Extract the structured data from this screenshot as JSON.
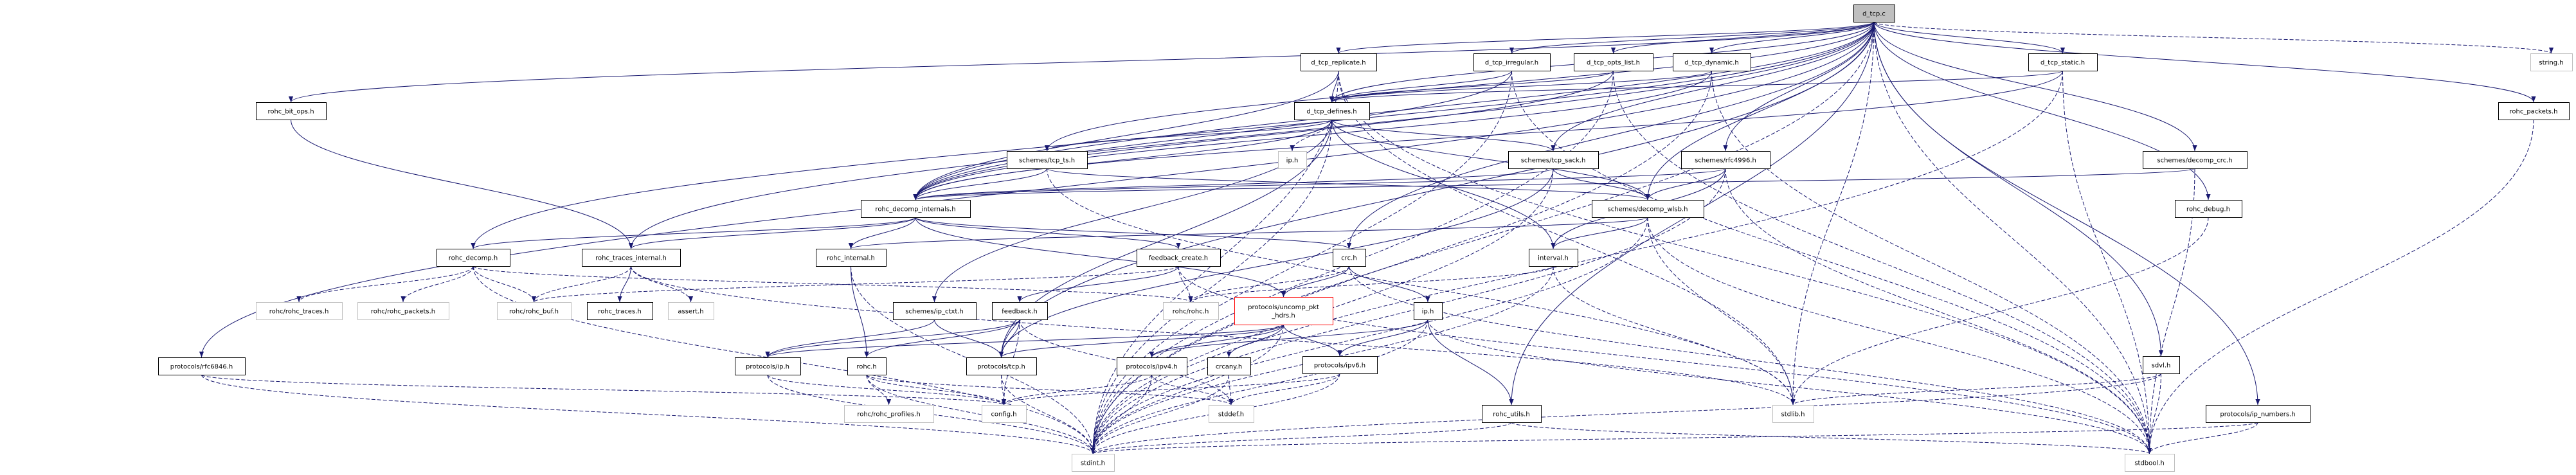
{
  "graph": {
    "type": "include-dependency-graph",
    "colors": {
      "edge": "#191970",
      "root_fill": "#bfbfbf",
      "external_border": "#bfbfbf",
      "internal_border": "#000000",
      "truncated_border": "#ff0000"
    },
    "nodes": [
      {
        "id": "d_tcp_c",
        "label": "d_tcp.c",
        "style": "root"
      },
      {
        "id": "d_tcp_replicate_h",
        "label": "d_tcp_replicate.h",
        "style": "internal"
      },
      {
        "id": "d_tcp_irregular_h",
        "label": "d_tcp_irregular.h",
        "style": "internal"
      },
      {
        "id": "d_tcp_opts_list_h",
        "label": "d_tcp_opts_list.h",
        "style": "internal"
      },
      {
        "id": "d_tcp_dynamic_h",
        "label": "d_tcp_dynamic.h",
        "style": "internal"
      },
      {
        "id": "d_tcp_static_h",
        "label": "d_tcp_static.h",
        "style": "internal"
      },
      {
        "id": "string_h",
        "label": "string.h",
        "style": "external"
      },
      {
        "id": "rohc_bit_ops_h",
        "label": "rohc_bit_ops.h",
        "style": "internal"
      },
      {
        "id": "d_tcp_defines_h",
        "label": "d_tcp_defines.h",
        "style": "internal"
      },
      {
        "id": "rohc_packets_h",
        "label": "rohc_packets.h",
        "style": "internal"
      },
      {
        "id": "schemes_tcp_ts_h",
        "label": "schemes/tcp_ts.h",
        "style": "internal"
      },
      {
        "id": "ip_h_ext",
        "label": "ip.h",
        "style": "external"
      },
      {
        "id": "schemes_tcp_sack_h",
        "label": "schemes/tcp_sack.h",
        "style": "internal"
      },
      {
        "id": "schemes_rfc4996_h",
        "label": "schemes/rfc4996.h",
        "style": "internal"
      },
      {
        "id": "schemes_decomp_crc_h",
        "label": "schemes/decomp_crc.h",
        "style": "internal"
      },
      {
        "id": "rohc_decomp_internals_h",
        "label": "rohc_decomp_internals.h",
        "style": "internal"
      },
      {
        "id": "schemes_decomp_wlsb_h",
        "label": "schemes/decomp_wlsb.h",
        "style": "internal"
      },
      {
        "id": "rohc_debug_h",
        "label": "rohc_debug.h",
        "style": "internal"
      },
      {
        "id": "rohc_decomp_h",
        "label": "rohc_decomp.h",
        "style": "internal"
      },
      {
        "id": "rohc_traces_internal_h",
        "label": "rohc_traces_internal.h",
        "style": "internal"
      },
      {
        "id": "rohc_internal_h",
        "label": "rohc_internal.h",
        "style": "internal"
      },
      {
        "id": "feedback_create_h",
        "label": "feedback_create.h",
        "style": "internal"
      },
      {
        "id": "crc_h",
        "label": "crc.h",
        "style": "internal"
      },
      {
        "id": "interval_h",
        "label": "interval.h",
        "style": "internal"
      },
      {
        "id": "rohc_rohc_traces_h",
        "label": "rohc/rohc_traces.h",
        "style": "external"
      },
      {
        "id": "rohc_rohc_packets_h",
        "label": "rohc/rohc_packets.h",
        "style": "external"
      },
      {
        "id": "rohc_rohc_buf_h",
        "label": "rohc/rohc_buf.h",
        "style": "external"
      },
      {
        "id": "rohc_traces_h",
        "label": "rohc_traces.h",
        "style": "internal"
      },
      {
        "id": "assert_h",
        "label": "assert.h",
        "style": "external"
      },
      {
        "id": "schemes_ip_ctxt_h",
        "label": "schemes/ip_ctxt.h",
        "style": "internal"
      },
      {
        "id": "feedback_h",
        "label": "feedback.h",
        "style": "internal"
      },
      {
        "id": "rohc_rohc_h",
        "label": "rohc/rohc.h",
        "style": "external"
      },
      {
        "id": "protocols_uncomp_pkt_hdrs_h",
        "label": "protocols/uncomp_pkt_hdrs.h",
        "label_lines": [
          "protocols/uncomp_pkt",
          "_hdrs.h"
        ],
        "style": "truncated"
      },
      {
        "id": "ip_h",
        "label": "ip.h",
        "style": "internal"
      },
      {
        "id": "protocols_rfc6846_h",
        "label": "protocols/rfc6846.h",
        "style": "internal"
      },
      {
        "id": "protocols_ip_h",
        "label": "protocols/ip.h",
        "style": "internal"
      },
      {
        "id": "rohc_h",
        "label": "rohc.h",
        "style": "internal"
      },
      {
        "id": "protocols_tcp_h",
        "label": "protocols/tcp.h",
        "style": "internal"
      },
      {
        "id": "protocols_ipv4_h",
        "label": "protocols/ipv4.h",
        "style": "internal"
      },
      {
        "id": "crcany_h",
        "label": "crcany.h",
        "style": "internal"
      },
      {
        "id": "protocols_ipv6_h",
        "label": "protocols/ipv6.h",
        "style": "internal"
      },
      {
        "id": "sdvl_h",
        "label": "sdvl.h",
        "style": "internal"
      },
      {
        "id": "rohc_rohc_profiles_h",
        "label": "rohc/rohc_profiles.h",
        "style": "external"
      },
      {
        "id": "config_h",
        "label": "config.h",
        "style": "external"
      },
      {
        "id": "stddef_h",
        "label": "stddef.h",
        "style": "external"
      },
      {
        "id": "rohc_utils_h",
        "label": "rohc_utils.h",
        "style": "internal"
      },
      {
        "id": "stdlib_h",
        "label": "stdlib.h",
        "style": "external"
      },
      {
        "id": "protocols_ip_numbers_h",
        "label": "protocols/ip_numbers.h",
        "style": "internal"
      },
      {
        "id": "stdint_h",
        "label": "stdint.h",
        "style": "external"
      },
      {
        "id": "stdbool_h",
        "label": "stdbool.h",
        "style": "external"
      }
    ],
    "edges": [
      [
        "d_tcp_c",
        "d_tcp_replicate_h"
      ],
      [
        "d_tcp_c",
        "d_tcp_irregular_h"
      ],
      [
        "d_tcp_c",
        "d_tcp_opts_list_h"
      ],
      [
        "d_tcp_c",
        "d_tcp_dynamic_h"
      ],
      [
        "d_tcp_c",
        "d_tcp_static_h"
      ],
      [
        "d_tcp_c",
        "string_h"
      ],
      [
        "d_tcp_c",
        "rohc_bit_ops_h"
      ],
      [
        "d_tcp_c",
        "d_tcp_defines_h"
      ],
      [
        "d_tcp_c",
        "rohc_packets_h"
      ],
      [
        "d_tcp_c",
        "schemes_tcp_ts_h"
      ],
      [
        "d_tcp_c",
        "schemes_tcp_sack_h"
      ],
      [
        "d_tcp_c",
        "schemes_rfc4996_h"
      ],
      [
        "d_tcp_c",
        "schemes_decomp_crc_h"
      ],
      [
        "d_tcp_c",
        "rohc_decomp_internals_h"
      ],
      [
        "d_tcp_c",
        "schemes_decomp_wlsb_h"
      ],
      [
        "d_tcp_c",
        "rohc_debug_h"
      ],
      [
        "d_tcp_c",
        "rohc_decomp_h"
      ],
      [
        "d_tcp_c",
        "rohc_traces_internal_h"
      ],
      [
        "d_tcp_c",
        "crc_h"
      ],
      [
        "d_tcp_c",
        "protocols_rfc6846_h"
      ],
      [
        "d_tcp_c",
        "protocols_tcp_h"
      ],
      [
        "d_tcp_c",
        "sdvl_h"
      ],
      [
        "d_tcp_c",
        "rohc_utils_h"
      ],
      [
        "d_tcp_c",
        "stdlib_h"
      ],
      [
        "d_tcp_c",
        "protocols_ip_numbers_h"
      ],
      [
        "d_tcp_c",
        "stdint_h"
      ],
      [
        "d_tcp_c",
        "stdbool_h"
      ],
      [
        "d_tcp_replicate_h",
        "d_tcp_defines_h"
      ],
      [
        "d_tcp_replicate_h",
        "rohc_decomp_internals_h"
      ],
      [
        "d_tcp_replicate_h",
        "stdlib_h"
      ],
      [
        "d_tcp_replicate_h",
        "stdint_h"
      ],
      [
        "d_tcp_replicate_h",
        "stdbool_h"
      ],
      [
        "d_tcp_irregular_h",
        "d_tcp_defines_h"
      ],
      [
        "d_tcp_irregular_h",
        "rohc_decomp_internals_h"
      ],
      [
        "d_tcp_irregular_h",
        "stdint_h"
      ],
      [
        "d_tcp_irregular_h",
        "stdbool_h"
      ],
      [
        "d_tcp_opts_list_h",
        "d_tcp_defines_h"
      ],
      [
        "d_tcp_opts_list_h",
        "rohc_decomp_internals_h"
      ],
      [
        "d_tcp_opts_list_h",
        "stdint_h"
      ],
      [
        "d_tcp_opts_list_h",
        "stdbool_h"
      ],
      [
        "d_tcp_dynamic_h",
        "d_tcp_defines_h"
      ],
      [
        "d_tcp_dynamic_h",
        "rohc_decomp_internals_h"
      ],
      [
        "d_tcp_dynamic_h",
        "stdint_h"
      ],
      [
        "d_tcp_dynamic_h",
        "stdbool_h"
      ],
      [
        "d_tcp_static_h",
        "d_tcp_defines_h"
      ],
      [
        "d_tcp_static_h",
        "rohc_decomp_internals_h"
      ],
      [
        "d_tcp_static_h",
        "stdint_h"
      ],
      [
        "d_tcp_static_h",
        "stdbool_h"
      ],
      [
        "rohc_bit_ops_h",
        "rohc_traces_internal_h"
      ],
      [
        "d_tcp_defines_h",
        "ip_h_ext"
      ],
      [
        "d_tcp_defines_h",
        "schemes_tcp_ts_h"
      ],
      [
        "d_tcp_defines_h",
        "schemes_tcp_sack_h"
      ],
      [
        "d_tcp_defines_h",
        "rohc_decomp_internals_h"
      ],
      [
        "d_tcp_defines_h",
        "schemes_decomp_wlsb_h"
      ],
      [
        "d_tcp_defines_h",
        "interval_h"
      ],
      [
        "d_tcp_defines_h",
        "schemes_ip_ctxt_h"
      ],
      [
        "d_tcp_defines_h",
        "protocols_tcp_h"
      ],
      [
        "d_tcp_defines_h",
        "stdint_h"
      ],
      [
        "rohc_packets_h",
        "stdbool_h"
      ],
      [
        "schemes_tcp_ts_h",
        "rohc_decomp_internals_h"
      ],
      [
        "schemes_tcp_ts_h",
        "schemes_decomp_wlsb_h"
      ],
      [
        "schemes_tcp_ts_h",
        "stdlib_h"
      ],
      [
        "schemes_tcp_sack_h",
        "rohc_decomp_internals_h"
      ],
      [
        "schemes_tcp_sack_h",
        "schemes_decomp_wlsb_h"
      ],
      [
        "schemes_tcp_sack_h",
        "protocols_tcp_h"
      ],
      [
        "schemes_tcp_sack_h",
        "stdint_h"
      ],
      [
        "schemes_rfc4996_h",
        "rohc_decomp_internals_h"
      ],
      [
        "schemes_rfc4996_h",
        "schemes_decomp_wlsb_h"
      ],
      [
        "schemes_rfc4996_h",
        "interval_h"
      ],
      [
        "schemes_rfc4996_h",
        "stdint_h"
      ],
      [
        "schemes_rfc4996_h",
        "stdbool_h"
      ],
      [
        "schemes_decomp_crc_h",
        "rohc_decomp_internals_h"
      ],
      [
        "schemes_decomp_crc_h",
        "stdbool_h"
      ],
      [
        "rohc_decomp_internals_h",
        "rohc_decomp_h"
      ],
      [
        "rohc_decomp_internals_h",
        "rohc_traces_internal_h"
      ],
      [
        "rohc_decomp_internals_h",
        "rohc_internal_h"
      ],
      [
        "rohc_decomp_internals_h",
        "feedback_create_h"
      ],
      [
        "rohc_decomp_internals_h",
        "crc_h"
      ],
      [
        "rohc_decomp_internals_h",
        "protocols_uncomp_pkt_hdrs_h"
      ],
      [
        "schemes_decomp_wlsb_h",
        "rohc_internal_h"
      ],
      [
        "schemes_decomp_wlsb_h",
        "interval_h"
      ],
      [
        "schemes_decomp_wlsb_h",
        "stdint_h"
      ],
      [
        "schemes_decomp_wlsb_h",
        "stdbool_h"
      ],
      [
        "schemes_decomp_wlsb_h",
        "stdlib_h"
      ],
      [
        "rohc_debug_h",
        "stdlib_h"
      ],
      [
        "rohc_decomp_h",
        "rohc_rohc_traces_h"
      ],
      [
        "rohc_decomp_h",
        "rohc_rohc_packets_h"
      ],
      [
        "rohc_decomp_h",
        "rohc_rohc_buf_h"
      ],
      [
        "rohc_decomp_h",
        "rohc_rohc_h"
      ],
      [
        "rohc_decomp_h",
        "stdint_h"
      ],
      [
        "rohc_traces_internal_h",
        "rohc_rohc_buf_h"
      ],
      [
        "rohc_traces_internal_h",
        "rohc_traces_h"
      ],
      [
        "rohc_traces_internal_h",
        "assert_h"
      ],
      [
        "rohc_traces_internal_h",
        "stdlib_h"
      ],
      [
        "rohc_internal_h",
        "rohc_h"
      ],
      [
        "rohc_internal_h",
        "stdint_h"
      ],
      [
        "feedback_create_h",
        "rohc_rohc_buf_h"
      ],
      [
        "feedback_create_h",
        "feedback_h"
      ],
      [
        "feedback_create_h",
        "rohc_rohc_h"
      ],
      [
        "feedback_create_h",
        "stdbool_h"
      ],
      [
        "crc_h",
        "rohc_rohc_h"
      ],
      [
        "crc_h",
        "protocols_uncomp_pkt_hdrs_h"
      ],
      [
        "crc_h",
        "ip_h"
      ],
      [
        "crc_h",
        "stdbool_h"
      ],
      [
        "interval_h",
        "rohc_rohc_h"
      ],
      [
        "interval_h",
        "stdint_h"
      ],
      [
        "interval_h",
        "stdlib_h"
      ],
      [
        "schemes_ip_ctxt_h",
        "protocols_ip_h"
      ],
      [
        "schemes_ip_ctxt_h",
        "protocols_tcp_h"
      ],
      [
        "feedback_h",
        "protocols_ip_h"
      ],
      [
        "feedback_h",
        "rohc_h"
      ],
      [
        "feedback_h",
        "protocols_tcp_h"
      ],
      [
        "feedback_h",
        "config_h"
      ],
      [
        "feedback_h",
        "stddef_h"
      ],
      [
        "protocols_uncomp_pkt_hdrs_h",
        "protocols_ip_h"
      ],
      [
        "protocols_uncomp_pkt_hdrs_h",
        "protocols_tcp_h"
      ],
      [
        "protocols_uncomp_pkt_hdrs_h",
        "protocols_ipv4_h"
      ],
      [
        "protocols_uncomp_pkt_hdrs_h",
        "protocols_ipv6_h"
      ],
      [
        "protocols_uncomp_pkt_hdrs_h",
        "crcany_h"
      ],
      [
        "protocols_uncomp_pkt_hdrs_h",
        "stdint_h"
      ],
      [
        "ip_h",
        "protocols_ipv4_h"
      ],
      [
        "ip_h",
        "protocols_ipv6_h"
      ],
      [
        "ip_h",
        "rohc_utils_h"
      ],
      [
        "ip_h",
        "stdint_h"
      ],
      [
        "ip_h",
        "stdbool_h"
      ],
      [
        "protocols_rfc6846_h",
        "config_h"
      ],
      [
        "protocols_rfc6846_h",
        "stdint_h"
      ],
      [
        "protocols_ip_h",
        "config_h"
      ],
      [
        "protocols_ip_h",
        "stdint_h"
      ],
      [
        "rohc_h",
        "rohc_rohc_profiles_h"
      ],
      [
        "rohc_h",
        "config_h"
      ],
      [
        "rohc_h",
        "stddef_h"
      ],
      [
        "rohc_h",
        "stdint_h"
      ],
      [
        "protocols_tcp_h",
        "config_h"
      ],
      [
        "protocols_tcp_h",
        "stdint_h"
      ],
      [
        "protocols_ipv4_h",
        "config_h"
      ],
      [
        "protocols_ipv4_h",
        "stdint_h"
      ],
      [
        "protocols_ipv4_h",
        "stddef_h"
      ],
      [
        "crcany_h",
        "stddef_h"
      ],
      [
        "crcany_h",
        "stdint_h"
      ],
      [
        "protocols_ipv6_h",
        "config_h"
      ],
      [
        "protocols_ipv6_h",
        "stdint_h"
      ],
      [
        "protocols_ipv6_h",
        "stddef_h"
      ],
      [
        "sdvl_h",
        "stdint_h"
      ],
      [
        "sdvl_h",
        "stdbool_h"
      ],
      [
        "sdvl_h",
        "stdlib_h"
      ],
      [
        "rohc_utils_h",
        "stdint_h"
      ],
      [
        "rohc_utils_h",
        "stdbool_h"
      ],
      [
        "protocols_ip_numbers_h",
        "stdint_h"
      ],
      [
        "protocols_ip_numbers_h",
        "stdbool_h"
      ]
    ]
  }
}
